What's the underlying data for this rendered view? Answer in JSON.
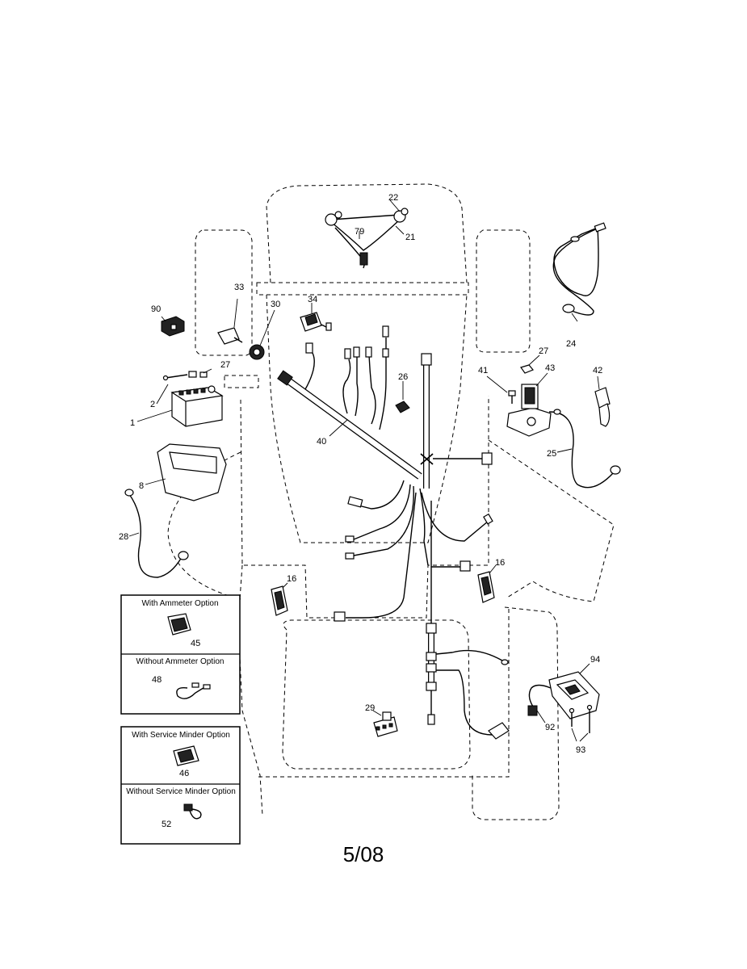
{
  "labels": {
    "p22": "22",
    "p79": "79",
    "p21": "21",
    "p24": "24",
    "p33": "33",
    "p90": "90",
    "p30": "30",
    "p34": "34",
    "p27a": "27",
    "p2": "2",
    "p1": "1",
    "p26": "26",
    "p40": "40",
    "p41": "41",
    "p27b": "27",
    "p43": "43",
    "p42": "42",
    "p25": "25",
    "p8": "8",
    "p28": "28",
    "p16a": "16",
    "p16b": "16",
    "p94": "94",
    "p92": "92",
    "p93": "93",
    "p29": "29"
  },
  "option_boxes": {
    "ammeter": {
      "with_title": "With Ammeter Option",
      "with_part": "45",
      "without_title": "Without Ammeter Option",
      "without_part": "48"
    },
    "service_minder": {
      "with_title": "With Service Minder Option",
      "with_part": "46",
      "without_title": "Without Service Minder Option",
      "without_part": "52"
    }
  },
  "footer": {
    "code": "5/08"
  }
}
